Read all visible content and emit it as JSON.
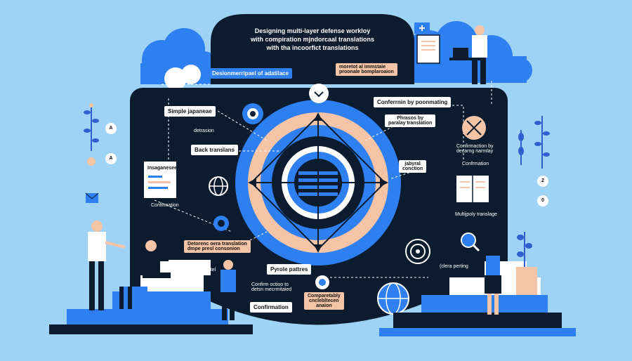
{
  "title": {
    "line1": "Designing multi-layer defense workloy",
    "line2": "with compiration mjndorcaal translations",
    "line3": "with tha incoorfict translations"
  },
  "labels": {
    "top_left_blue": "Desionmerripael of adatilace",
    "top_right_peach_1": "moretot al immstaie",
    "top_right_peach_2": "proonale bomplaroaion",
    "simple_japanese": "Simple japaneae",
    "detrasion": "detrasion",
    "back_translate": "Back translans",
    "japanese_doc": "Insaganesee",
    "confirmation_left": "Confirmation",
    "confirm_paraphrase": "Conferrnin by poonmating",
    "phrases_1": "Phrasos by",
    "phrases_2": "paralay translation",
    "jabyral_1": "jabyral",
    "jabyral_2": "conction",
    "confirmation_check_1": "Confirmaction by",
    "confirmation_check_2": "decarng narmlay",
    "confirmation_right": "Confrmation",
    "multi_translate": "Multijpoly translage",
    "bottom_left_peach_1": "Detorenc oera translation",
    "bottom_left_peach_2": "dmpe presl consonion",
    "paratel": "Paratel",
    "pyrole_pattes": "Pyrole pattres",
    "confirm_bottom_1": "Confirm octioo to",
    "confirm_bottom_2": "detsn mecrmitaied",
    "confirmation_bottom": "Confirmation",
    "comparatibly_1": "Comparetably",
    "comparatibly_2": "cnclebltecen",
    "comparatibly_3": "anaion",
    "clera_perting": "(clera perting"
  },
  "symbols": {
    "a1": "A",
    "a2": "A",
    "n1": "2",
    "n2": "0"
  },
  "colors": {
    "background": "#9fd3f5",
    "panel": "#0d1b2e",
    "accent_blue": "#2e7ff0",
    "peach": "#f5c4a6",
    "plant_green": "#2f5fcf"
  }
}
